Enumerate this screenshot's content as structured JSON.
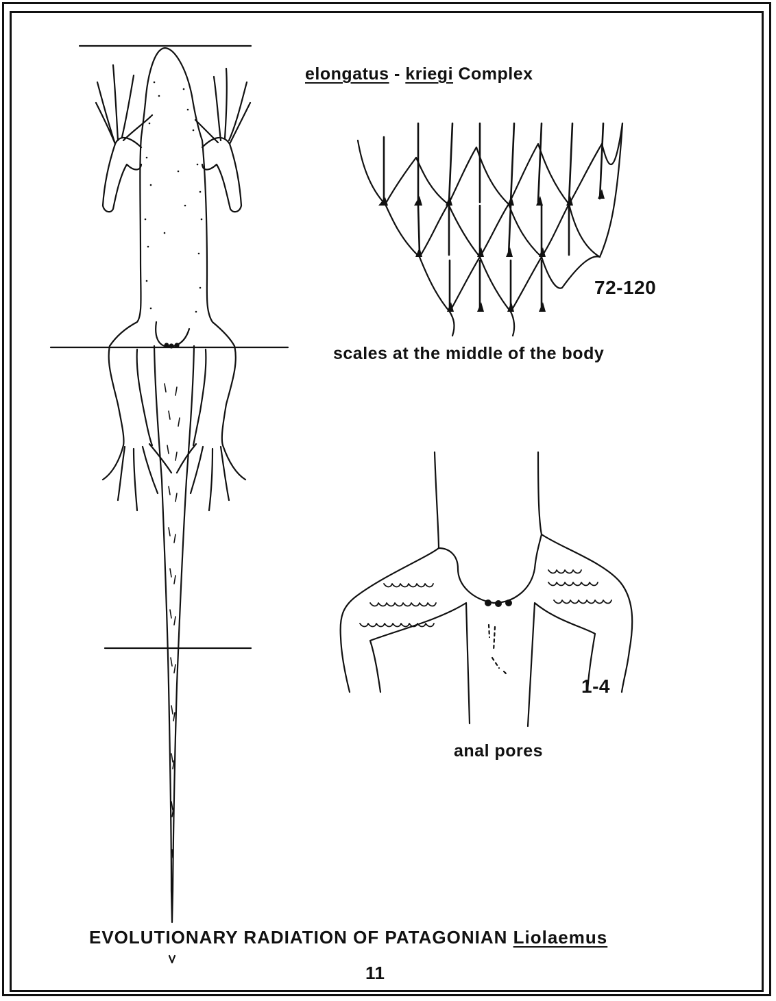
{
  "figure": {
    "title_part1": "elongatus",
    "title_sep": "-",
    "title_part2": "kriegi",
    "title_part3": "Complex",
    "scale_count": "72-120",
    "scale_caption": "scales at the middle of the body",
    "pore_count": "1-4",
    "pore_caption": "anal pores",
    "footer_title_main": "EVOLUTIONARY RADIATION OF PATAGONIAN",
    "footer_title_genus": "Liolaemus",
    "plate_number": "11"
  }
}
